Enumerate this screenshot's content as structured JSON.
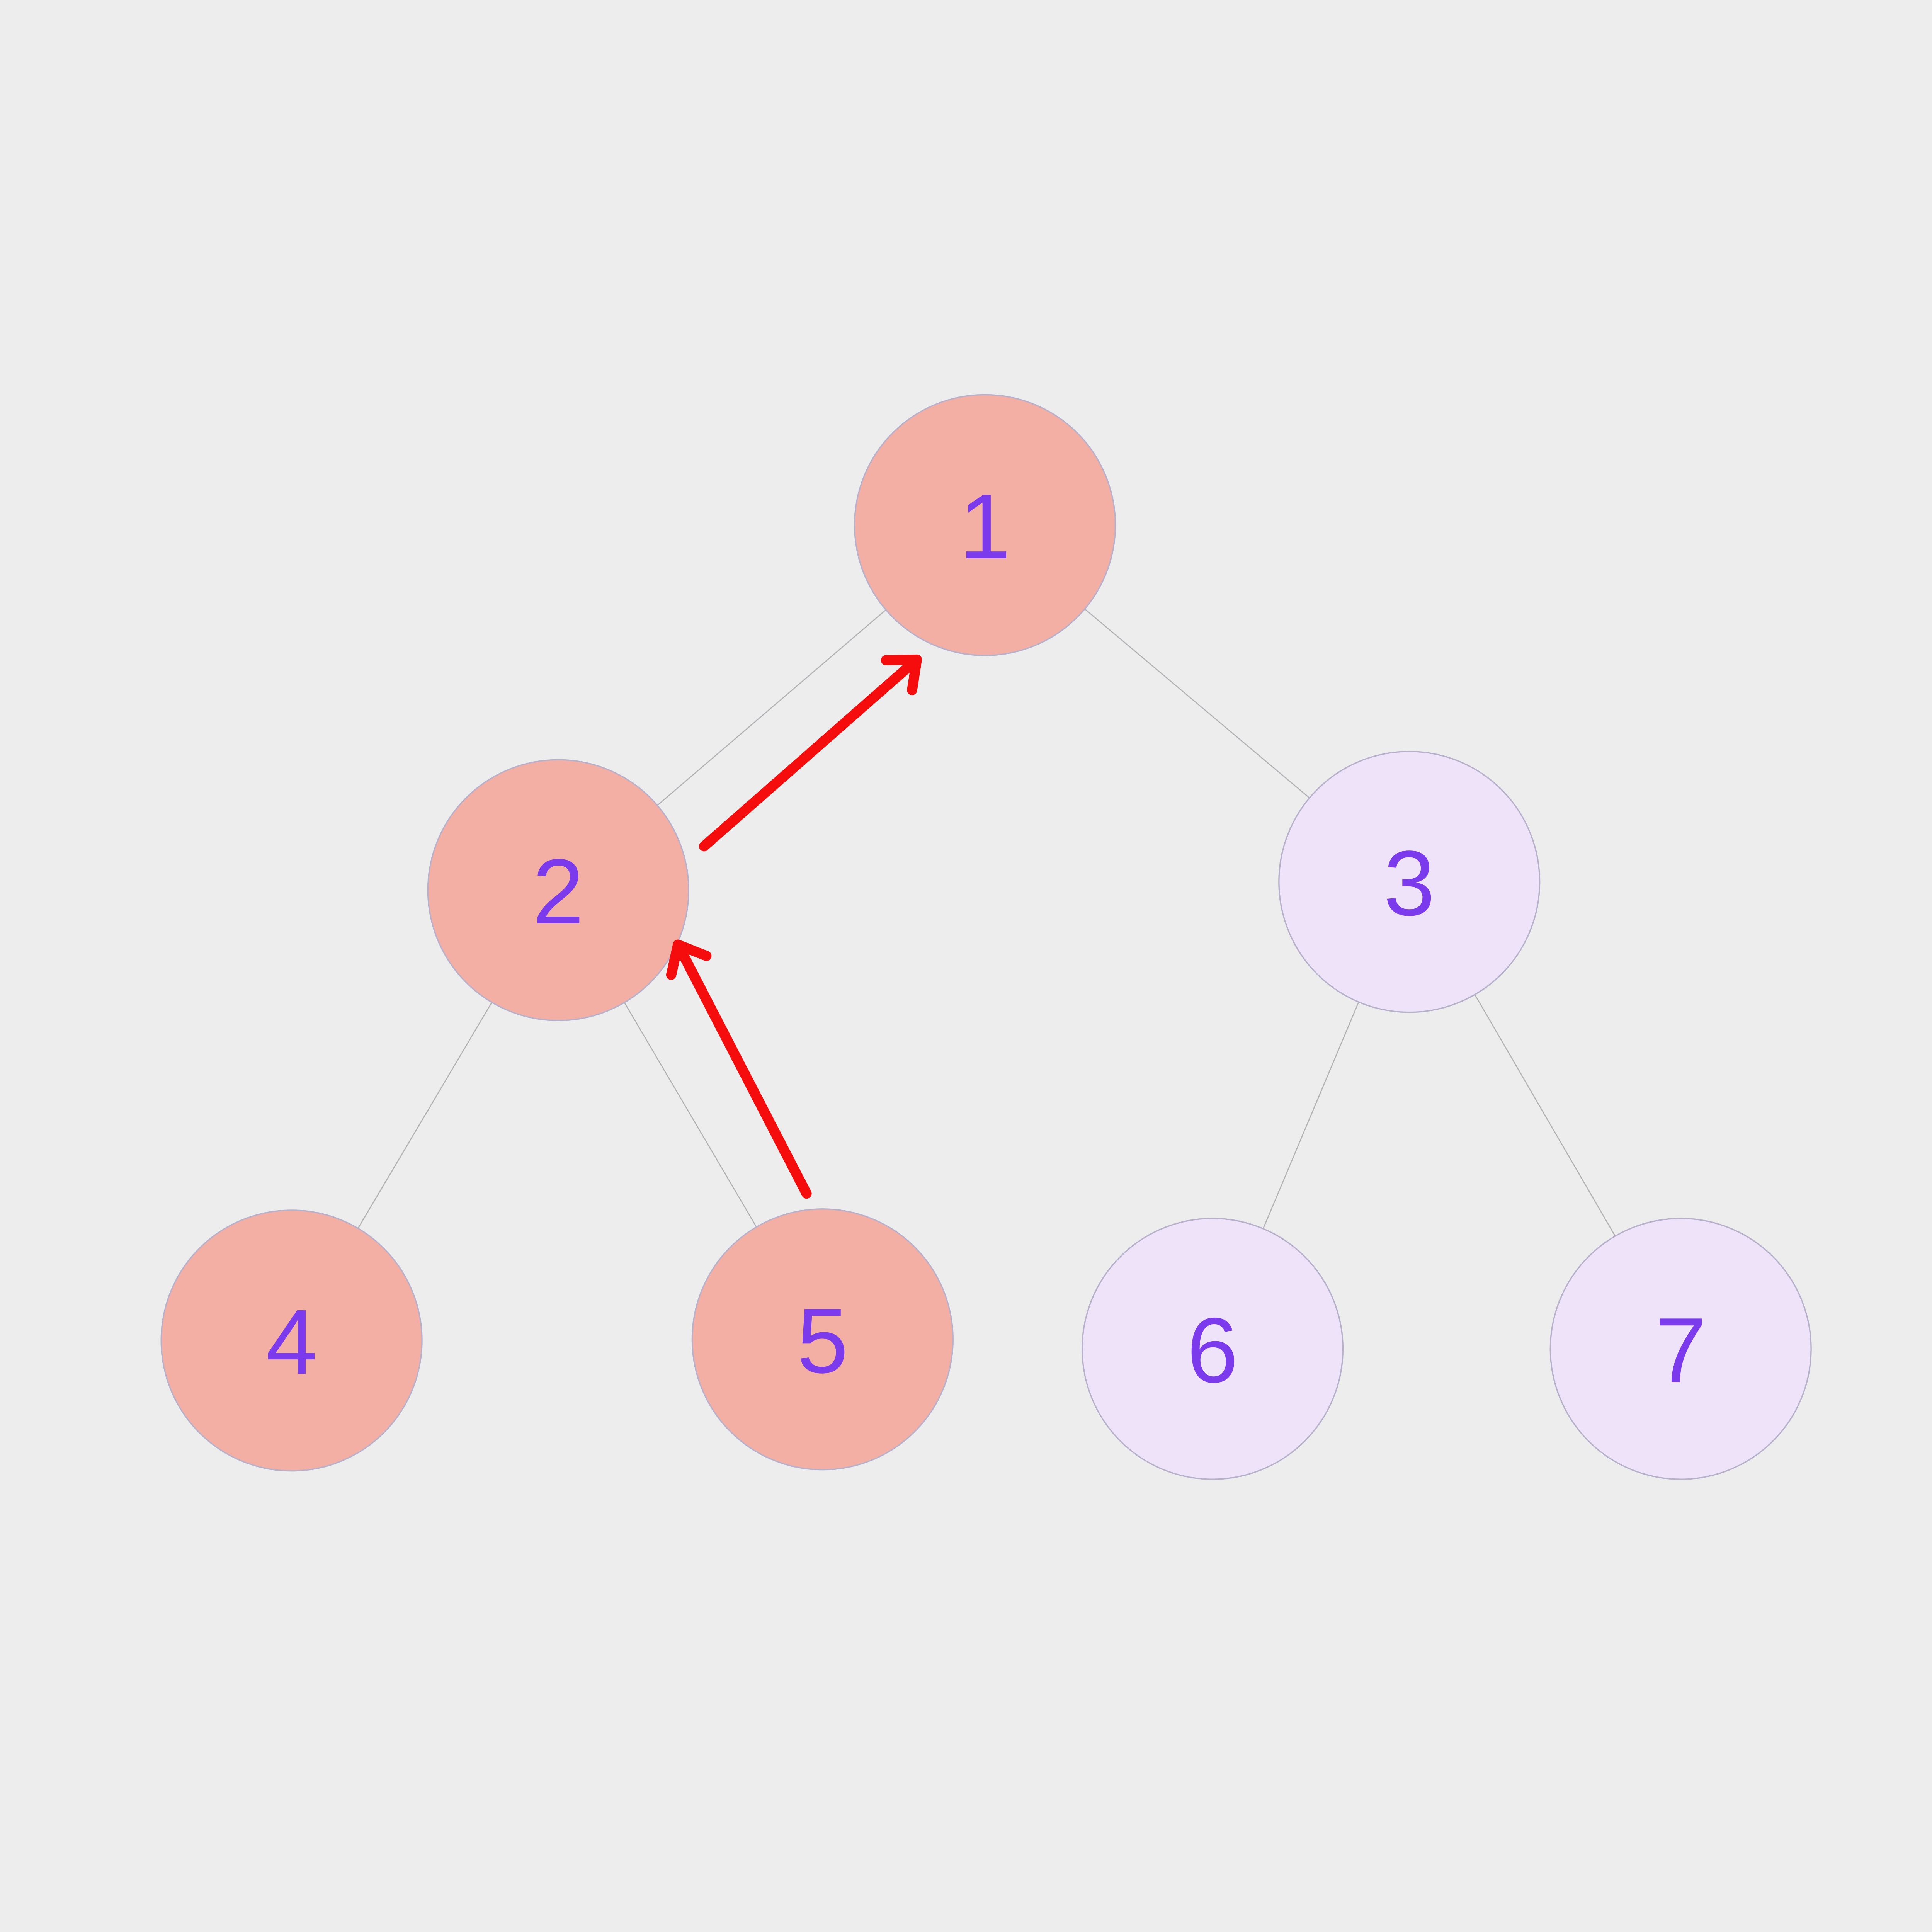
{
  "diagram": {
    "type": "binary-tree",
    "nodes": [
      {
        "id": "1",
        "label": "1",
        "fill": "#F4AFA5",
        "state": "highlighted"
      },
      {
        "id": "2",
        "label": "2",
        "fill": "#F4AFA5",
        "state": "highlighted"
      },
      {
        "id": "3",
        "label": "3",
        "fill": "#EFE3FA",
        "state": "default"
      },
      {
        "id": "4",
        "label": "4",
        "fill": "#F4AFA5",
        "state": "highlighted"
      },
      {
        "id": "5",
        "label": "5",
        "fill": "#F4AFA5",
        "state": "highlighted"
      },
      {
        "id": "6",
        "label": "6",
        "fill": "#EFE3FA",
        "state": "default"
      },
      {
        "id": "7",
        "label": "7",
        "fill": "#EFE3FA",
        "state": "default"
      }
    ],
    "edges": [
      {
        "from": "1",
        "to": "2"
      },
      {
        "from": "1",
        "to": "3"
      },
      {
        "from": "2",
        "to": "4"
      },
      {
        "from": "2",
        "to": "5"
      },
      {
        "from": "3",
        "to": "6"
      },
      {
        "from": "3",
        "to": "7"
      }
    ],
    "arrows": [
      {
        "from": "5",
        "to": "2"
      },
      {
        "from": "2",
        "to": "1"
      }
    ]
  },
  "colors": {
    "background": "#EDEDED",
    "node_highlight_fill": "#F4AFA5",
    "node_default_fill": "#EFE3FA",
    "node_border": "#B7B0CB",
    "edge_line": "#B3B1B6",
    "node_label": "#7C3AED",
    "arrow": "#F50D0D"
  }
}
